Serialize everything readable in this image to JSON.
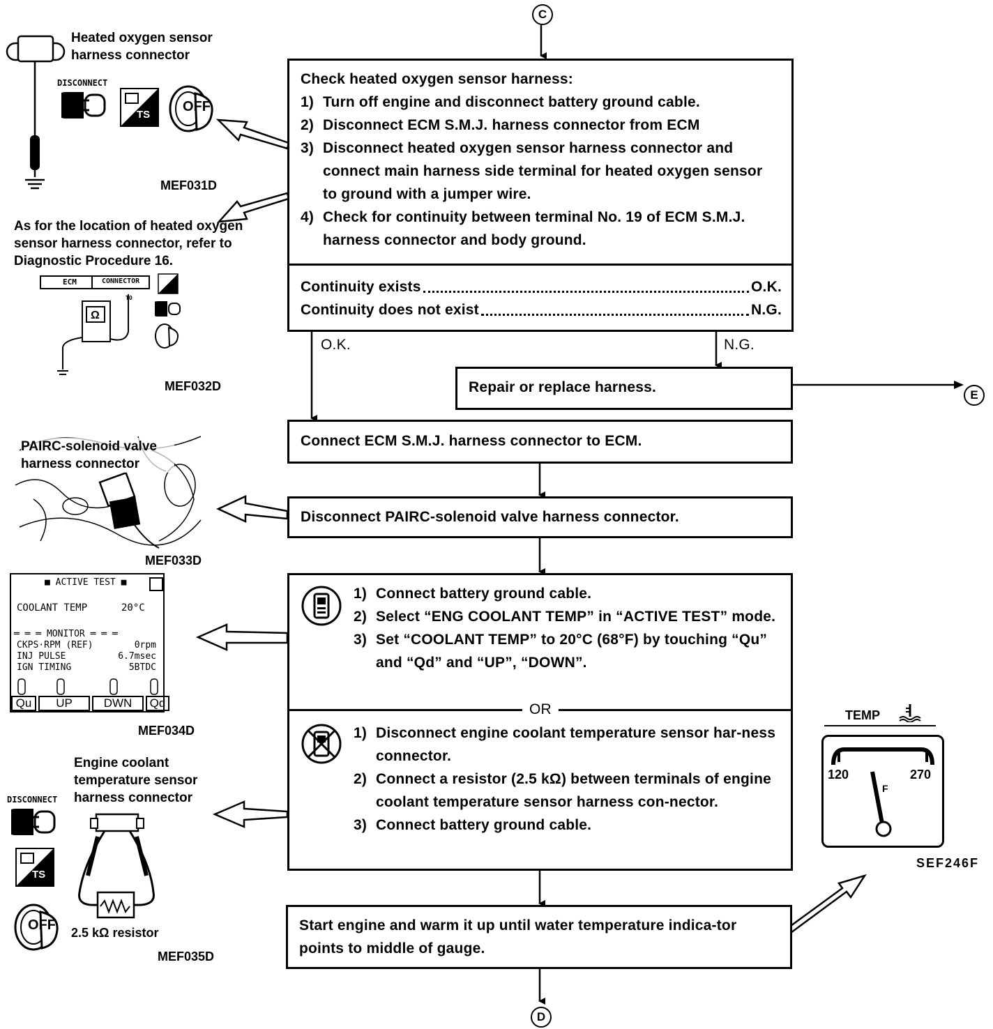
{
  "connectors": {
    "top": "C",
    "right": "E",
    "bottom": "D"
  },
  "step1": {
    "title": "Check heated oxygen sensor harness:",
    "items": [
      {
        "n": "1)",
        "t": "Turn off engine and disconnect battery ground cable."
      },
      {
        "n": "2)",
        "t": "Disconnect ECM S.M.J. harness connector from ECM"
      },
      {
        "n": "3)",
        "t": "Disconnect heated oxygen sensor harness connector and connect main harness side terminal for heated oxygen sensor to ground with a jumper wire."
      },
      {
        "n": "4)",
        "t": "Check for continuity between terminal No. 19 of ECM S.M.J. harness connector and body ground."
      }
    ],
    "result_ok_label": "Continuity exists",
    "result_ok_value": "O.K.",
    "result_ng_label": "Continuity does not exist",
    "result_ng_value": "N.G."
  },
  "branch": {
    "ok": "O.K.",
    "ng": "N.G."
  },
  "repair": "Repair or replace harness.",
  "step2": "Connect ECM S.M.J. harness connector to ECM.",
  "step3": "Disconnect PAIRC-solenoid valve harness connector.",
  "step4": {
    "items_a": [
      {
        "n": "1)",
        "t": "Connect battery ground cable."
      },
      {
        "n": "2)",
        "t": "Select “ENG COOLANT TEMP” in “ACTIVE TEST” mode."
      },
      {
        "n": "3)",
        "t": "Set “COOLANT TEMP” to 20°C (68°F) by touching “Qu” and “Qd” and “UP”, “DOWN”."
      }
    ],
    "or": "OR",
    "items_b": [
      {
        "n": "1)",
        "t": "Disconnect engine coolant temperature sensor har-ness connector."
      },
      {
        "n": "2)",
        "t": "Connect a resistor (2.5 kΩ) between terminals of engine coolant temperature sensor harness con-nector."
      },
      {
        "n": "3)",
        "t": "Connect battery ground cable."
      }
    ]
  },
  "step5": "Start engine and warm it up until water temperature indica-tor points to middle of gauge.",
  "fig1": {
    "label": "Heated oxygen sensor harness connector",
    "disconnect": "DISCONNECT",
    "ts": "TS",
    "off": "OFF",
    "code": "MEF031D"
  },
  "fig2": {
    "label": "As for the location of heated oxygen sensor harness connector, refer to Diagnostic Procedure 16.",
    "ecm": "ECM",
    "connector": "CONNECTOR",
    "to": "TO",
    "ohm": "Ω",
    "code": "MEF032D"
  },
  "fig3": {
    "label": "PAIRC-solenoid valve harness connector",
    "code": "MEF033D"
  },
  "fig4": {
    "title": "ACTIVE TEST",
    "coolant_label": "COOLANT TEMP",
    "coolant_value": "20°C",
    "monitor": "MONITOR",
    "rows": [
      {
        "k": "CKPS·RPM (REF)",
        "v": "0rpm"
      },
      {
        "k": "INJ PULSE",
        "v": "6.7msec"
      },
      {
        "k": "IGN TIMING",
        "v": "5BTDC"
      }
    ],
    "buttons": [
      "Qu",
      "UP",
      "DWN",
      "Qd"
    ],
    "code": "MEF034D"
  },
  "fig5": {
    "label": "Engine coolant temperature sensor harness connector",
    "disconnect": "DISCONNECT",
    "ts": "TS",
    "off": "OFF",
    "resistor": "2.5 kΩ  resistor",
    "code": "MEF035D"
  },
  "gauge": {
    "title": "TEMP",
    "low": "120",
    "high": "270",
    "f": "F",
    "code": "SEF246F"
  }
}
